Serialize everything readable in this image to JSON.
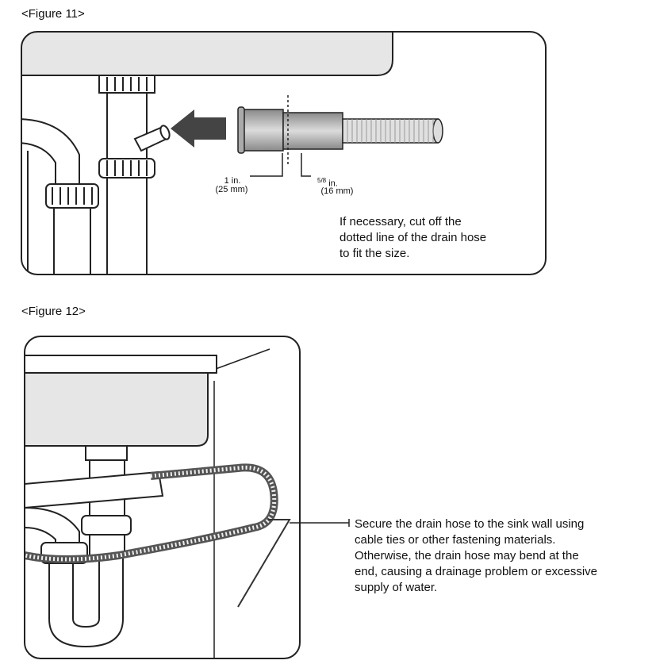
{
  "figure11": {
    "title": "<Figure 11>",
    "label_1in": "1 in.",
    "label_25mm": "(25 mm)",
    "label_58in_frac": "5/8",
    "label_58in_unit": "in.",
    "label_16mm": "(16 mm)",
    "caption": "If necessary, cut off the\ndotted line of the drain hose\nto fit the size."
  },
  "figure12": {
    "title": "<Figure 12>",
    "caption": "Secure the drain hose to the sink wall using\ncable ties or other fastening materials.\nOtherwise, the drain hose may bend at the\nend, causing a drainage problem or excessive\nsupply of water."
  },
  "colors": {
    "outline": "#222222",
    "sink_fill": "#e6e6e6",
    "hose_fill": "#bdbdbd"
  }
}
